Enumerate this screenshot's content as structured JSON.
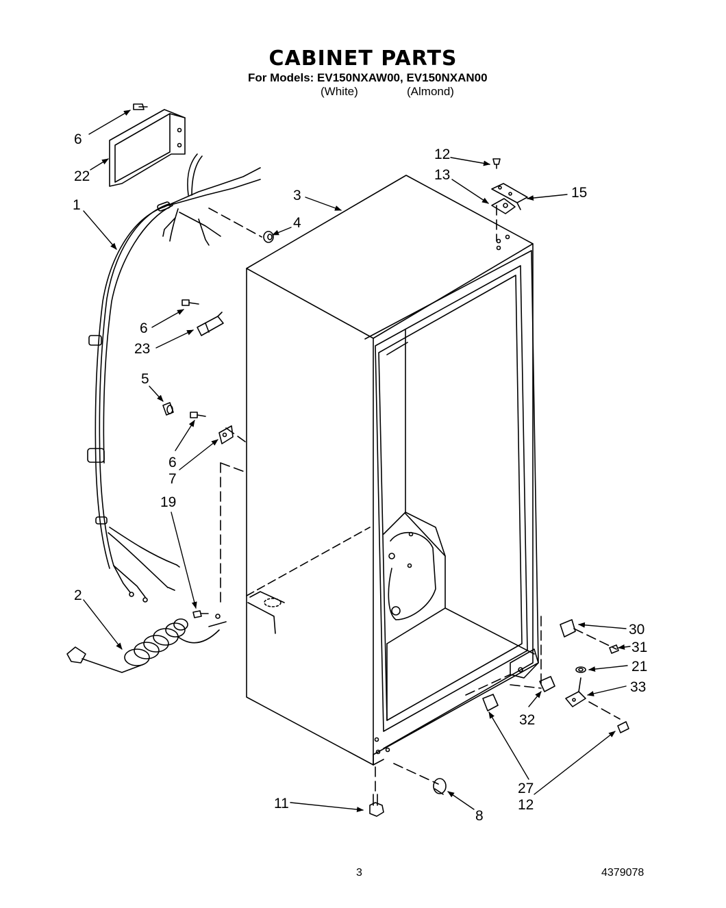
{
  "header": {
    "title": "CABINET PARTS",
    "models_line": "For Models: EV150NXAW00, EV150NXAN00",
    "variant_white": "(White)",
    "variant_almond": "(Almond)"
  },
  "callouts": [
    {
      "id": "c6a",
      "label": "6"
    },
    {
      "id": "c22",
      "label": "22"
    },
    {
      "id": "c1",
      "label": "1"
    },
    {
      "id": "c3",
      "label": "3"
    },
    {
      "id": "c4",
      "label": "4"
    },
    {
      "id": "c12a",
      "label": "12"
    },
    {
      "id": "c13",
      "label": "13"
    },
    {
      "id": "c15",
      "label": "15"
    },
    {
      "id": "c6b",
      "label": "6"
    },
    {
      "id": "c23",
      "label": "23"
    },
    {
      "id": "c5",
      "label": "5"
    },
    {
      "id": "c6c",
      "label": "6"
    },
    {
      "id": "c7",
      "label": "7"
    },
    {
      "id": "c19",
      "label": "19"
    },
    {
      "id": "c2",
      "label": "2"
    },
    {
      "id": "c30",
      "label": "30"
    },
    {
      "id": "c31",
      "label": "31"
    },
    {
      "id": "c21",
      "label": "21"
    },
    {
      "id": "c33",
      "label": "33"
    },
    {
      "id": "c32",
      "label": "32"
    },
    {
      "id": "c27",
      "label": "27"
    },
    {
      "id": "c12b",
      "label": "12"
    },
    {
      "id": "c11",
      "label": "11"
    },
    {
      "id": "c8",
      "label": "8"
    }
  ],
  "footer": {
    "page_number": "3",
    "part_number": "4379078"
  }
}
